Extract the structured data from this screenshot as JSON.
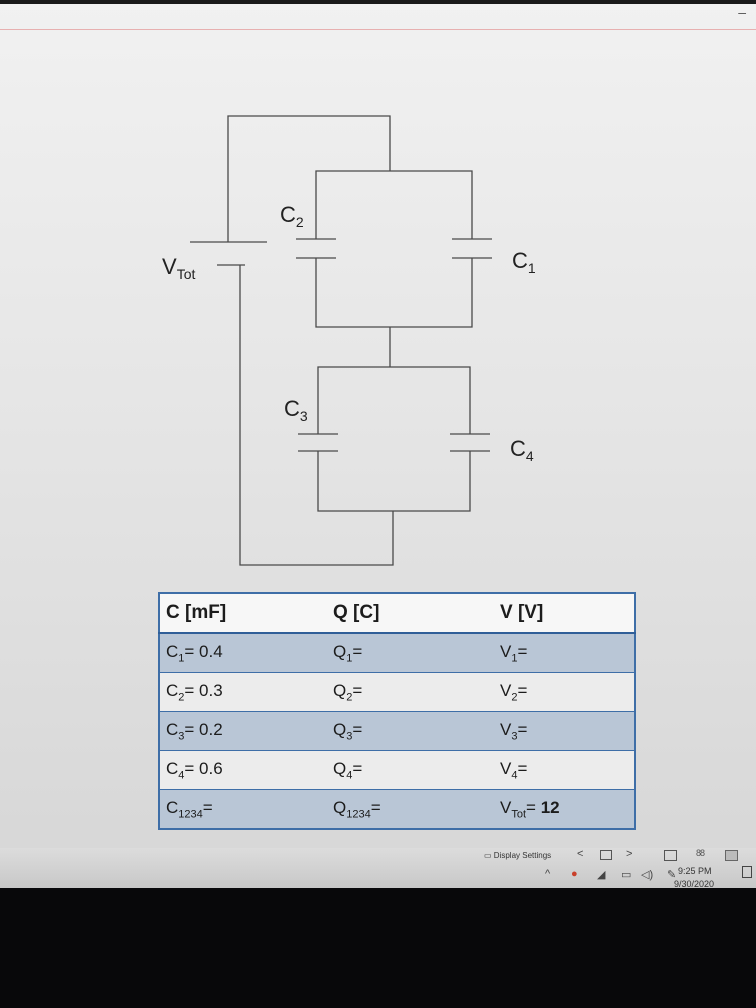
{
  "diagram": {
    "labels": {
      "vtot": {
        "main": "V",
        "sub": "Tot"
      },
      "c1": {
        "main": "C",
        "sub": "1"
      },
      "c2": {
        "main": "C",
        "sub": "2"
      },
      "c3": {
        "main": "C",
        "sub": "3"
      },
      "c4": {
        "main": "C",
        "sub": "4"
      }
    }
  },
  "table": {
    "headers": [
      "C [mF]",
      "Q [C]",
      "V [V]"
    ],
    "rows": [
      {
        "c": {
          "main": "C",
          "sub": "1",
          "rest": "= 0.4"
        },
        "q": {
          "main": "Q",
          "sub": "1",
          "rest": "="
        },
        "v": {
          "main": "V",
          "sub": "1",
          "rest": "="
        }
      },
      {
        "c": {
          "main": "C",
          "sub": "2",
          "rest": "= 0.3"
        },
        "q": {
          "main": "Q",
          "sub": "2",
          "rest": "="
        },
        "v": {
          "main": "V",
          "sub": "2",
          "rest": "="
        }
      },
      {
        "c": {
          "main": "C",
          "sub": "3",
          "rest": "= 0.2"
        },
        "q": {
          "main": "Q",
          "sub": "3",
          "rest": "="
        },
        "v": {
          "main": "V",
          "sub": "3",
          "rest": "="
        }
      },
      {
        "c": {
          "main": "C",
          "sub": "4",
          "rest": "= 0.6"
        },
        "q": {
          "main": "Q",
          "sub": "4",
          "rest": "="
        },
        "v": {
          "main": "V",
          "sub": "4",
          "rest": "="
        }
      },
      {
        "c": {
          "main": "C",
          "sub": "1234",
          "rest": "="
        },
        "q": {
          "main": "Q",
          "sub": "1234",
          "rest": "="
        },
        "v": {
          "main": "V",
          "sub": "Tot",
          "rest": "= ",
          "value": "12"
        }
      }
    ]
  },
  "taskbar": {
    "display_settings": "Display Settings",
    "nav_prev": "<",
    "nav_next": ">",
    "grid_glyph": "88",
    "tray_chevron": "^",
    "clock_time": "9:25 PM",
    "clock_date": "9/30/2020"
  },
  "window": {
    "minimize": "–"
  }
}
